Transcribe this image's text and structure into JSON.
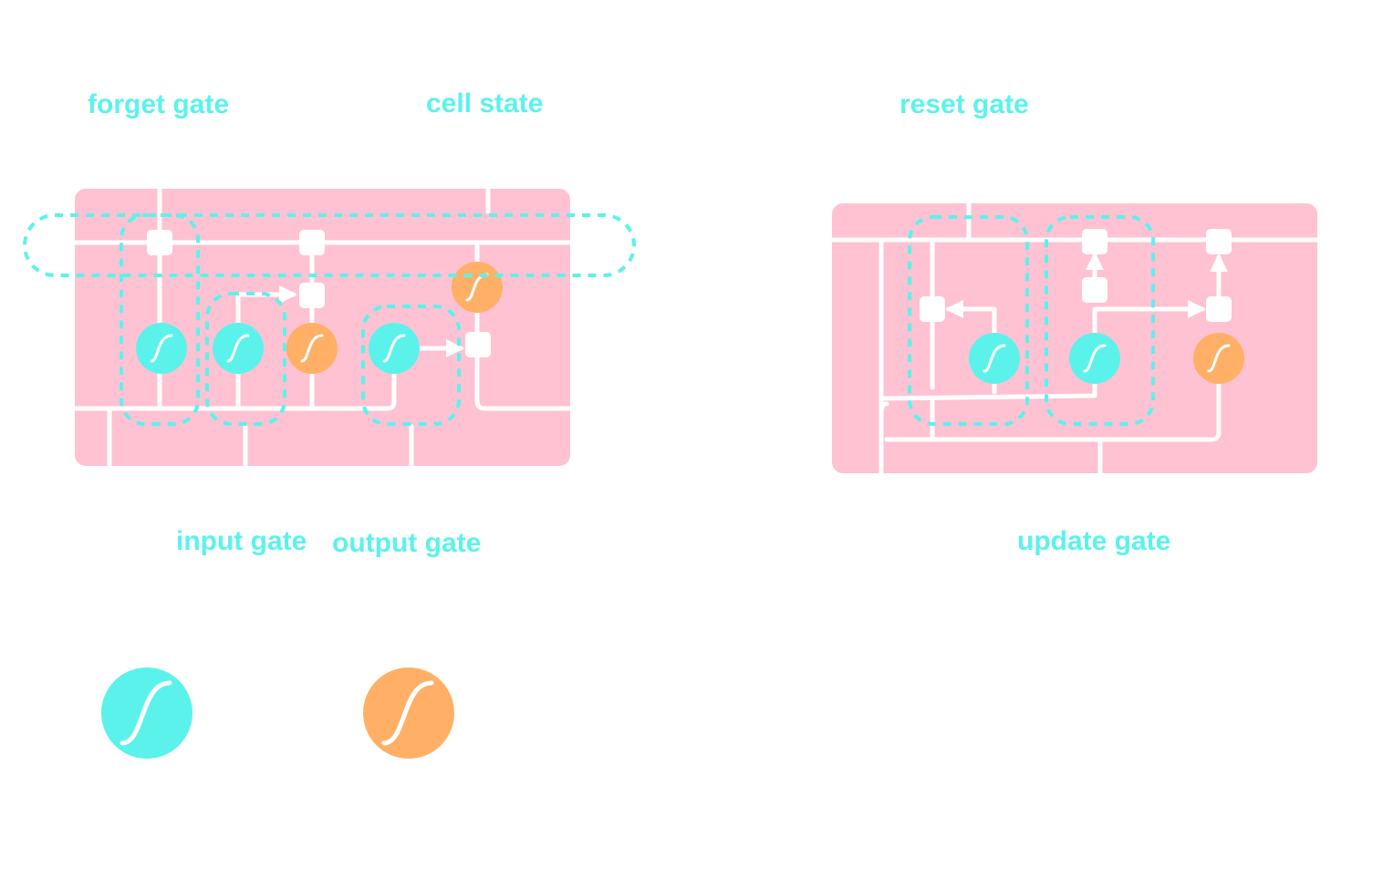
{
  "labels": {
    "forget_gate": "forget gate",
    "cell_state": "cell state",
    "reset_gate": "reset gate",
    "input_gate": "input gate",
    "output_gate": "output gate",
    "update_gate": "update gate"
  },
  "colors": {
    "label": "#5cf2ec",
    "panel": "#ffc2d2",
    "line": "#ffffff",
    "sigmoid": "#5cf2ec",
    "tanh": "#ffb066",
    "dash": "#5cf2ec"
  },
  "icons": {
    "sigmoid": "sigmoid-curve-icon",
    "tanh": "tanh-curve-icon"
  }
}
